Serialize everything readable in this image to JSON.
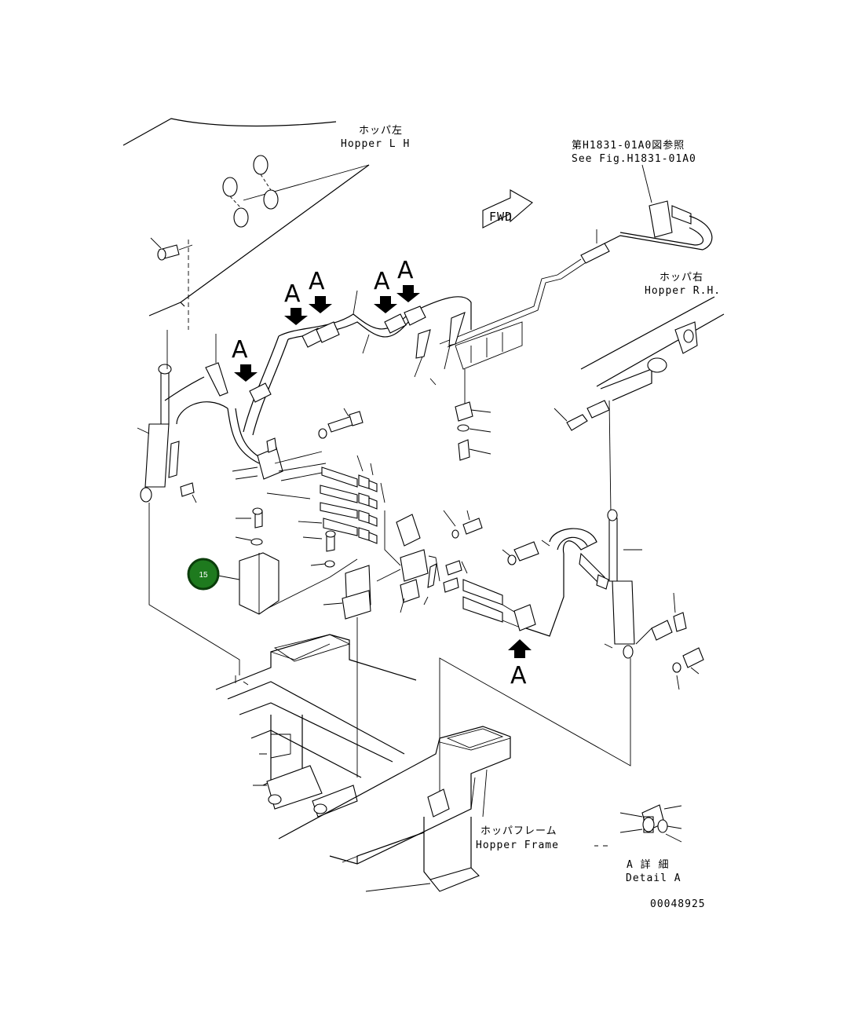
{
  "labels": {
    "hopper_lh_jp": "ホッパ左",
    "hopper_lh_en": "Hopper L H",
    "ref_jp": "第H1831-01A0図参照",
    "ref_en": "See Fig.H1831-01A0",
    "hopper_rh_jp": "ホッパ右",
    "hopper_rh_en": "Hopper R.H.",
    "hopper_frame_jp": "ホッパフレーム",
    "hopper_frame_en": "Hopper Frame",
    "detail_jp": "A 詳 細",
    "detail_en": "Detail A",
    "fwd": "FWD",
    "drawing_no": "00048925",
    "view_letter": "A"
  },
  "callout": {
    "number": "15",
    "color": "#1e7a1e",
    "border": "#0b3d0b"
  }
}
